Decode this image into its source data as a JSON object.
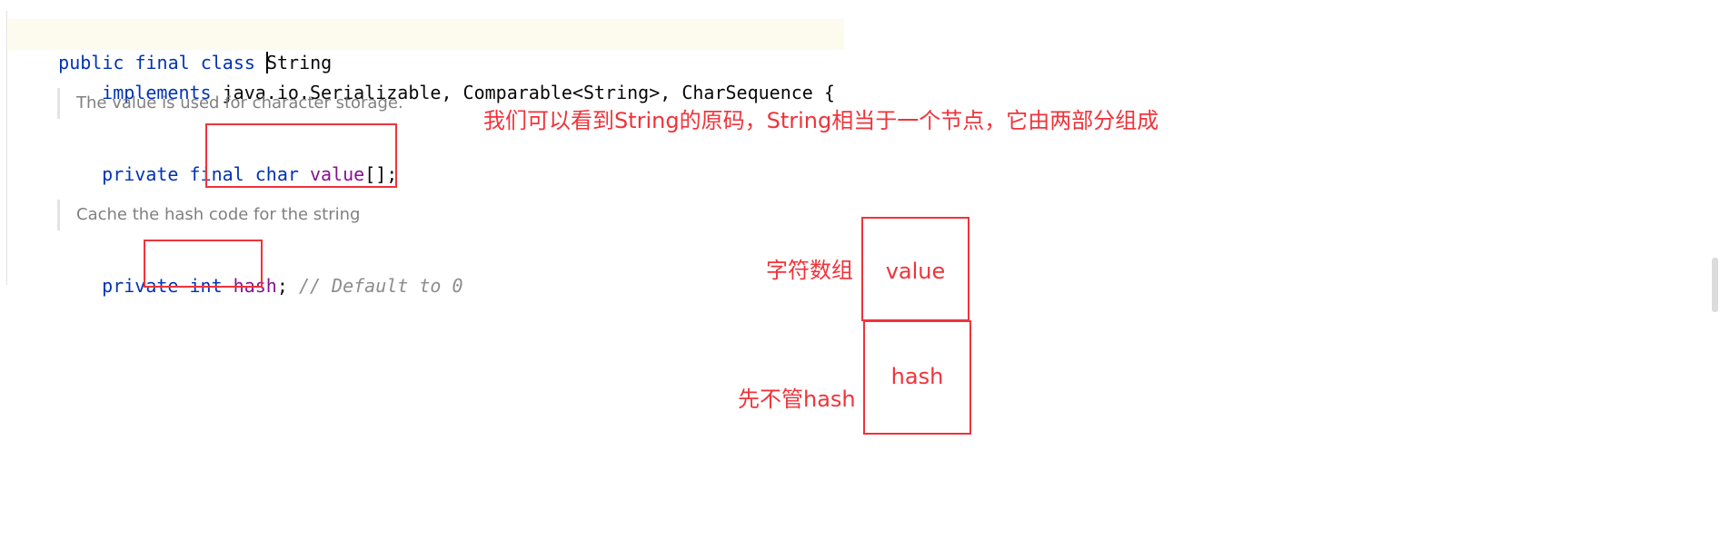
{
  "code": {
    "line1": {
      "kw": "public final class ",
      "cursor_char": "S",
      "rest": "tring"
    },
    "line2": {
      "kw": "implements ",
      "rest": "java.io.Serializable, Comparable<String>, CharSequence {"
    },
    "doc1": "The value is used for character storage.",
    "line3": {
      "kw1": "private final ",
      "kw2": "char ",
      "field": "value",
      "rest": "[];"
    },
    "doc2": "Cache the hash code for the string",
    "line4": {
      "kw1": "private ",
      "kw2": "int ",
      "field": "hash",
      "rest": "; ",
      "comment": "// Default to 0"
    }
  },
  "annotations": {
    "headline": "我们可以看到String的原码，String相当于一个节点，它由两部分组成",
    "char_array_label": "字符数组",
    "ignore_hash_label": "先不管hash",
    "value_box_text": "value",
    "hash_box_text": "hash"
  },
  "colors": {
    "annotation_red": "#f0333a",
    "keyword_blue": "#0033b3",
    "field_purple": "#871094",
    "comment_gray": "#8c8c8c"
  }
}
